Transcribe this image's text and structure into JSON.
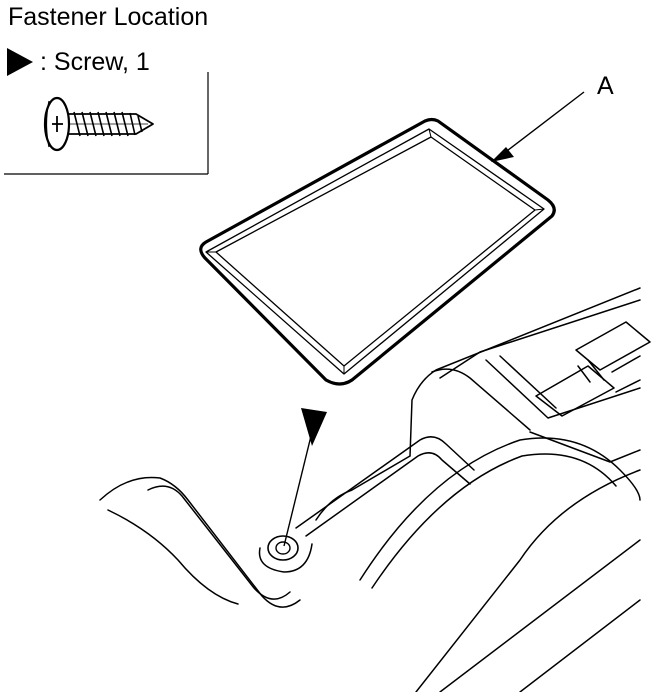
{
  "title": "Fastener Location",
  "legend": {
    "marker_icon": "black-triangle-marker",
    "text": ": Screw, 1",
    "fastener_icon": "phillips-screw-icon"
  },
  "callouts": {
    "a": "A"
  },
  "colors": {
    "line": "#000000",
    "background": "#ffffff"
  }
}
